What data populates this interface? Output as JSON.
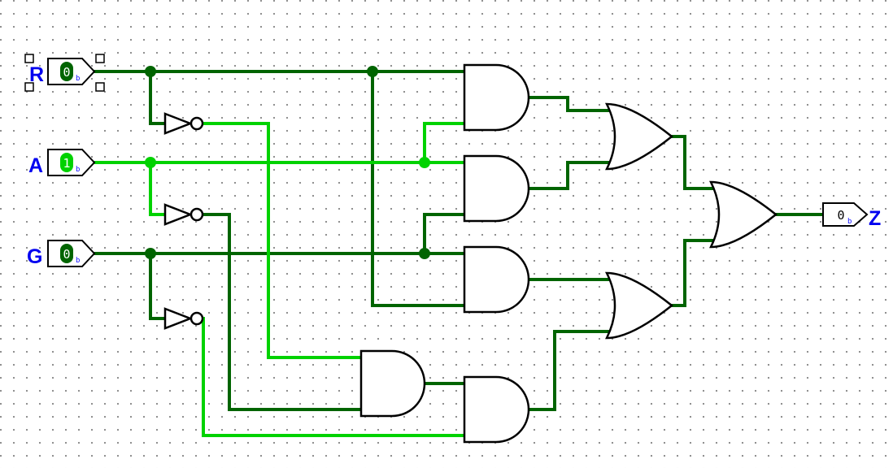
{
  "colors": {
    "wire_off": "#006400",
    "wire_on": "#00d200",
    "label": "#0000f0",
    "gate_stroke": "#000000"
  },
  "inputs": {
    "r": {
      "label": "R",
      "value": "0",
      "base": "b",
      "state": "off"
    },
    "a": {
      "label": "A",
      "value": "1",
      "base": "b",
      "state": "on"
    },
    "g": {
      "label": "G",
      "value": "0",
      "base": "b",
      "state": "off"
    }
  },
  "output": {
    "label": "Z",
    "value": "0",
    "base": "b"
  }
}
